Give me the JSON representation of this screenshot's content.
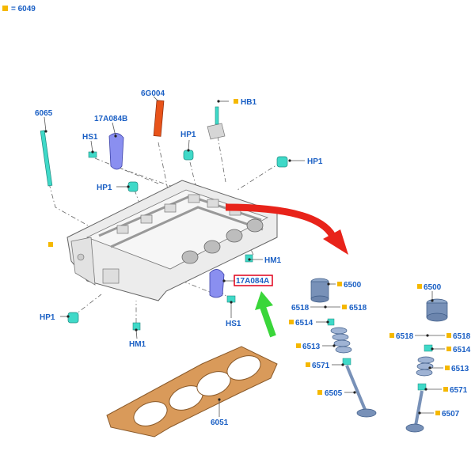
{
  "legend": {
    "text": "= 6049",
    "swatch_color": "#f5b800"
  },
  "colors": {
    "label": "#1a5fc4",
    "marker": "#f5b800",
    "part_teal": "#3fd9c8",
    "gasket": "#d99a5a",
    "highlight": "#e0001a",
    "arrow_red": "#e8231a",
    "arrow_green": "#3ad63a"
  },
  "labels": {
    "p6065": "6065",
    "p17A084B": "17A084B",
    "p6G004": "6G004",
    "pHB1": "HB1",
    "pHS1_top": "HS1",
    "pHP1_top_center": "HP1",
    "pHP1_right": "HP1",
    "pHP1_mid_left": "HP1",
    "pHM1_right": "HM1",
    "p17A084A": "17A084A",
    "pHP1_bottom_left": "HP1",
    "pHM1_bottom": "HM1",
    "pHS1_bottom": "HS1",
    "p6051": "6051",
    "v1_6500": "6500",
    "v1_6518_left": "6518",
    "v1_6518_right": "6518",
    "v1_6514": "6514",
    "v1_6513": "6513",
    "v1_6571": "6571",
    "v1_6505": "6505",
    "v2_6500": "6500",
    "v2_6518_left": "6518",
    "v2_6518_right": "6518",
    "v2_6514": "6514",
    "v2_6513": "6513",
    "v2_6571": "6571",
    "v2_6507": "6507"
  },
  "icons": [
    "cylinder-head-icon",
    "head-gasket-icon",
    "valve-assembly-icon",
    "callout-arrow-icon"
  ]
}
